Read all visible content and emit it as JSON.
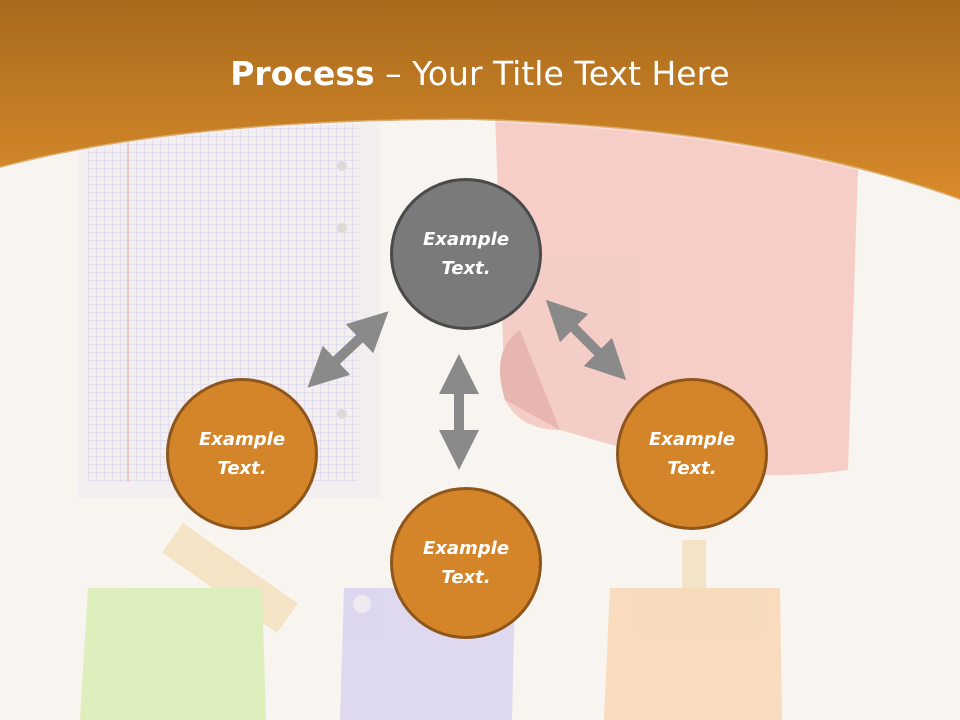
{
  "slide": {
    "title_bold": "Process",
    "title_dash": " – ",
    "title_rest": "Your Title Text Here"
  },
  "diagram": {
    "nodes": [
      {
        "id": "top",
        "label": "Example\nText.",
        "color": "#7a7a7a"
      },
      {
        "id": "left",
        "label": "Example\nText.",
        "color": "#d4852a"
      },
      {
        "id": "bottom",
        "label": "Example\nText.",
        "color": "#d4852a"
      },
      {
        "id": "right",
        "label": "Example\nText.",
        "color": "#d4852a"
      }
    ],
    "connectors": [
      {
        "from": "left",
        "to": "top",
        "type": "double-arrow"
      },
      {
        "from": "top",
        "to": "bottom",
        "type": "double-arrow"
      },
      {
        "from": "top",
        "to": "right",
        "type": "double-arrow"
      }
    ]
  },
  "colors": {
    "header_orange": "#d4852a",
    "node_gray": "#7a7a7a",
    "node_orange": "#d4852a",
    "arrow_gray": "#8a8a8a"
  }
}
